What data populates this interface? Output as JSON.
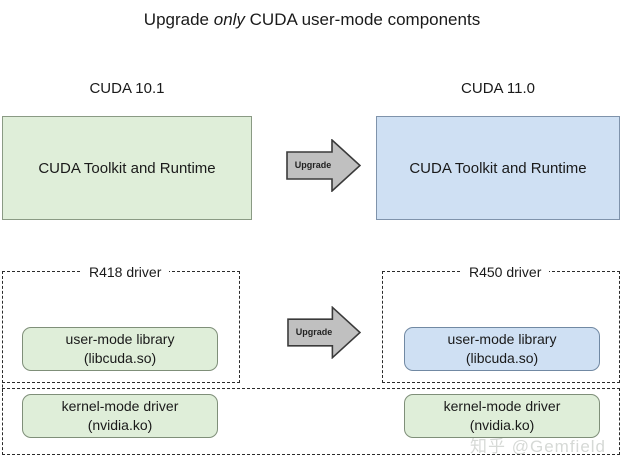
{
  "diagram": {
    "title_pre": "Upgrade ",
    "title_em": "only",
    "title_post": " CUDA user-mode components",
    "watermark": "知乎 @Gemfield"
  },
  "columns": {
    "left_caption": "CUDA 10.1",
    "right_caption": "CUDA 11.0"
  },
  "toolkit": {
    "old_label": "CUDA Toolkit and Runtime",
    "new_label": "CUDA Toolkit and Runtime"
  },
  "arrows": {
    "top_label": "Upgrade",
    "bottom_label": "Upgrade"
  },
  "drivers": {
    "old_label": "R418 driver",
    "new_label": "R450 driver"
  },
  "components": {
    "user_mode_old_line1": "user-mode library",
    "user_mode_old_line2": "(libcuda.so)",
    "user_mode_new_line1": "user-mode library",
    "user_mode_new_line2": "(libcuda.so)",
    "kernel_mode_old_line1": "kernel-mode driver",
    "kernel_mode_old_line2": "(nvidia.ko)",
    "kernel_mode_new_line1": "kernel-mode driver",
    "kernel_mode_new_line2": "(nvidia.ko)"
  },
  "colors": {
    "green_fill": "#dfeed9",
    "green_border": "#7f8f79",
    "blue_fill": "#cfe0f3",
    "blue_border": "#7189a3",
    "arrow_fill": "#c0c0c0",
    "arrow_border": "#3a3a3a",
    "dash_border": "#2b2b2b"
  }
}
